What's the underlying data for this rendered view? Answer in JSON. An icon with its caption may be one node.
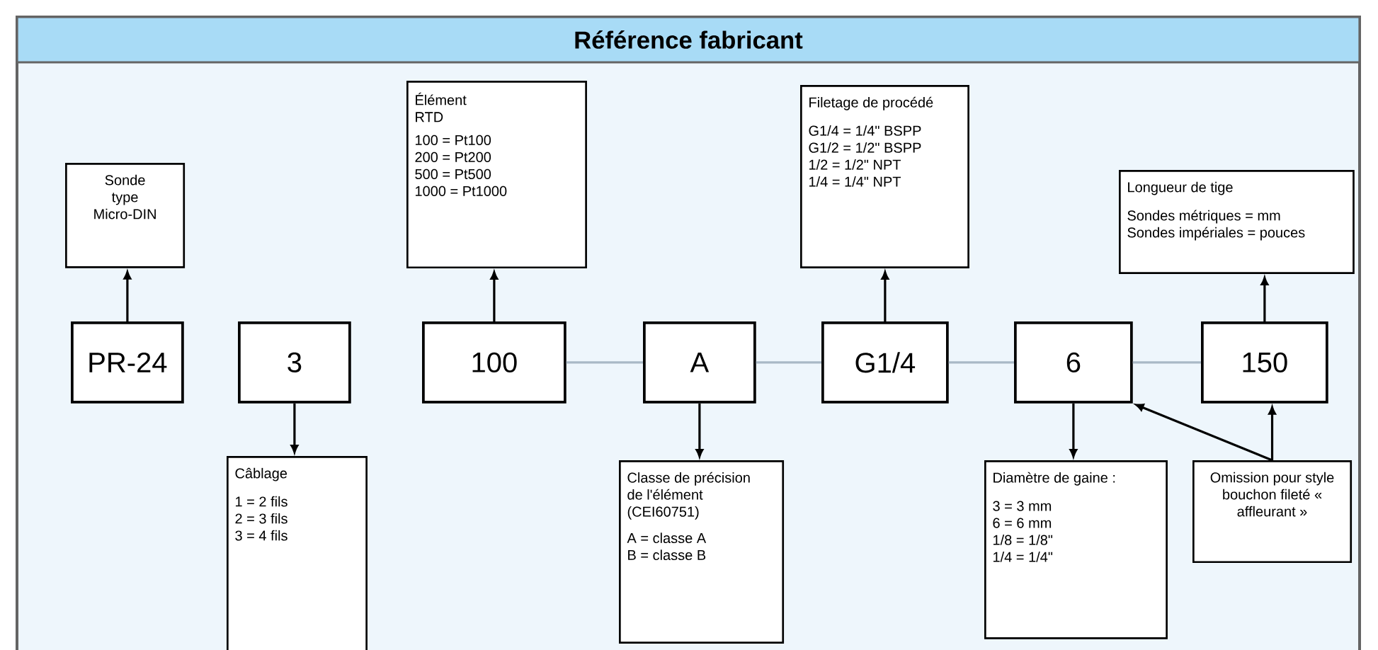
{
  "diagram": {
    "title": "Référence fabricant",
    "nodes": [
      {
        "text": [
          "PR-24"
        ]
      },
      {
        "text": [
          "3"
        ]
      },
      {
        "text": [
          "100"
        ]
      },
      {
        "text": [
          "A"
        ]
      },
      {
        "text": [
          "G1/4"
        ]
      },
      {
        "text": [
          "6"
        ]
      },
      {
        "text": [
          "150"
        ]
      },
      {
        "text": [
          "Sonde type Micro-DIN"
        ]
      },
      {
        "text": [
          "Élément RTD",
          "100 = Pt100",
          "200 = Pt200",
          "500 = Pt500",
          "1000 = Pt1000"
        ]
      },
      {
        "text": [
          "Filetage de procédé",
          "G1/4 = 1/4\" BSPP",
          "G1/2 = 1/2\" BSPP",
          "1/2 = 1/2\" NPT",
          "1/4 = 1/4\" NPT"
        ]
      },
      {
        "text": [
          "Longueur de tige",
          "Sondes métriques = mm",
          "Sondes impériales = pouces"
        ]
      },
      {
        "text": [
          "Câblage",
          "1 = 2 fils",
          "2 = 3 fils",
          "3 = 4 fils"
        ]
      },
      {
        "text": [
          "Classe de précision de l'élément (CEI60751)",
          "A = classe A",
          "B = classe B"
        ]
      },
      {
        "text": [
          "Diamètre de gaine :",
          "3 = 3 mm",
          "6 = 6 mm",
          "1/8 = 1/8\"",
          "1/4 = 1/4\""
        ]
      },
      {
        "text": [
          "Omission pour style bouchon fileté « affleurant »"
        ]
      }
    ],
    "edges": [
      {
        "from": 0,
        "to": 7,
        "arrow": "to"
      },
      {
        "from": 2,
        "to": 8,
        "arrow": "to"
      },
      {
        "from": 4,
        "to": 9,
        "arrow": "to"
      },
      {
        "from": 6,
        "to": 10,
        "arrow": "to"
      },
      {
        "from": 1,
        "to": 11,
        "arrow": "to"
      },
      {
        "from": 3,
        "to": 12,
        "arrow": "to"
      },
      {
        "from": 5,
        "to": 13,
        "arrow": "to"
      },
      {
        "from": 14,
        "to": 5,
        "arrow": "to"
      },
      {
        "from": 14,
        "to": 6,
        "arrow": "to"
      },
      {
        "from": 2,
        "to": 3,
        "arrow": "none",
        "color": "#a9b9c6"
      },
      {
        "from": 3,
        "to": 4,
        "arrow": "none",
        "color": "#a9b9c6"
      },
      {
        "from": 4,
        "to": 5,
        "arrow": "none",
        "color": "#a9b9c6"
      },
      {
        "from": 5,
        "to": 6,
        "arrow": "none",
        "color": "#a9b9c6"
      }
    ]
  }
}
